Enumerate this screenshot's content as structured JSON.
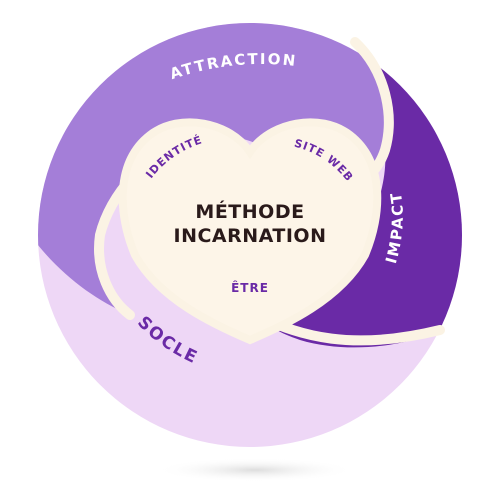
{
  "diagram": {
    "center_title_line1": "MÉTHODE",
    "center_title_line2": "INCARNATION",
    "segments": {
      "attraction": "ATTRACTION",
      "impact": "IMPACT",
      "socle": "SOCLE"
    },
    "heart_labels": {
      "identite": "IDENTITÉ",
      "site_web": "SITE WEB",
      "etre": "ÊTRE"
    }
  },
  "colors": {
    "attraction": "#a47ed8",
    "impact": "#6a2aa6",
    "socle": "#eed7f6",
    "outline": "#fbf3e4",
    "heart": "#fdf5e8",
    "title_text": "#2a1a1a",
    "segment_text": "#ffffff",
    "socle_text": "#6a2aa6",
    "heart_label_text": "#6a2aa6",
    "shadow": "#e6e6e6"
  }
}
